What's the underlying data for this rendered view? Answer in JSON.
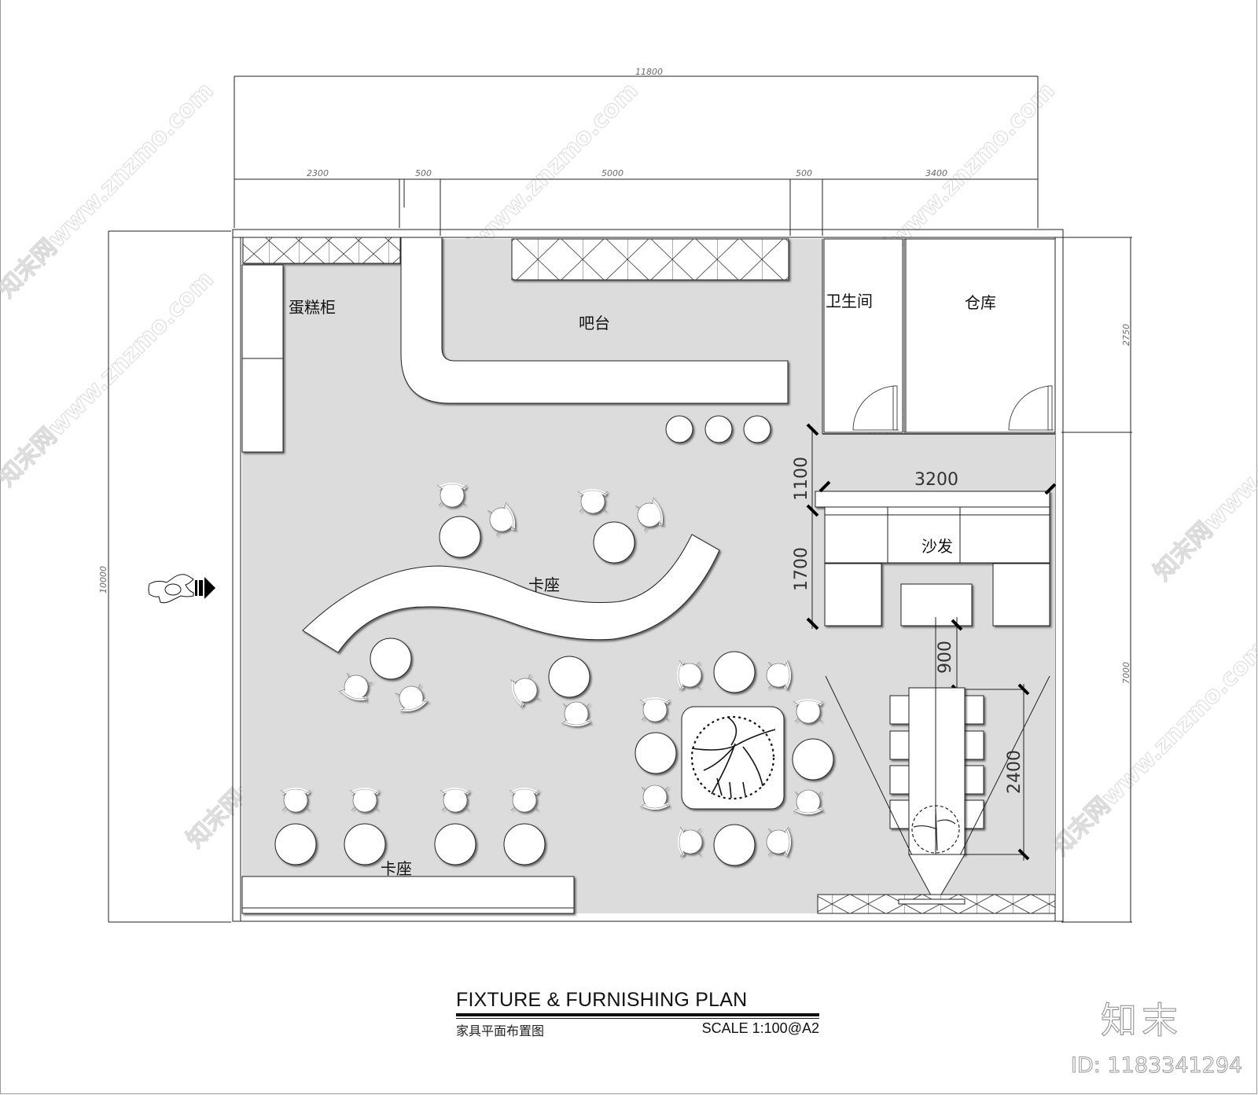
{
  "drawing": {
    "title": "FIXTURE & FURNISHING PLAN",
    "subtitle_cn": "家具平面布置图",
    "scale": "SCALE  1:100@A2"
  },
  "dimensions": {
    "overall_width": "11800",
    "top_segments": [
      "2300",
      "500",
      "5000",
      "500",
      "3400"
    ],
    "left_height": "10000",
    "right_upper": "2750",
    "right_lower": "7000",
    "sofa_offset": "1100",
    "sofa_width": "3200",
    "sofa_depth": "1700",
    "table_gap": "900",
    "table_length": "2400"
  },
  "rooms": {
    "cake_cabinet": "蛋糕柜",
    "bar_counter": "吧台",
    "restroom": "卫生间",
    "storage": "仓库",
    "sofa": "沙发",
    "booth_wave": "卡座",
    "booth_bottom": "卡座"
  },
  "watermark": {
    "text": "知末网www.znzmo.com",
    "brand": "知末",
    "id": "ID: 1183341294"
  },
  "colors": {
    "floor": "#dcdcdc",
    "line": "#1a1a1a",
    "furniture": "#ffffff"
  }
}
